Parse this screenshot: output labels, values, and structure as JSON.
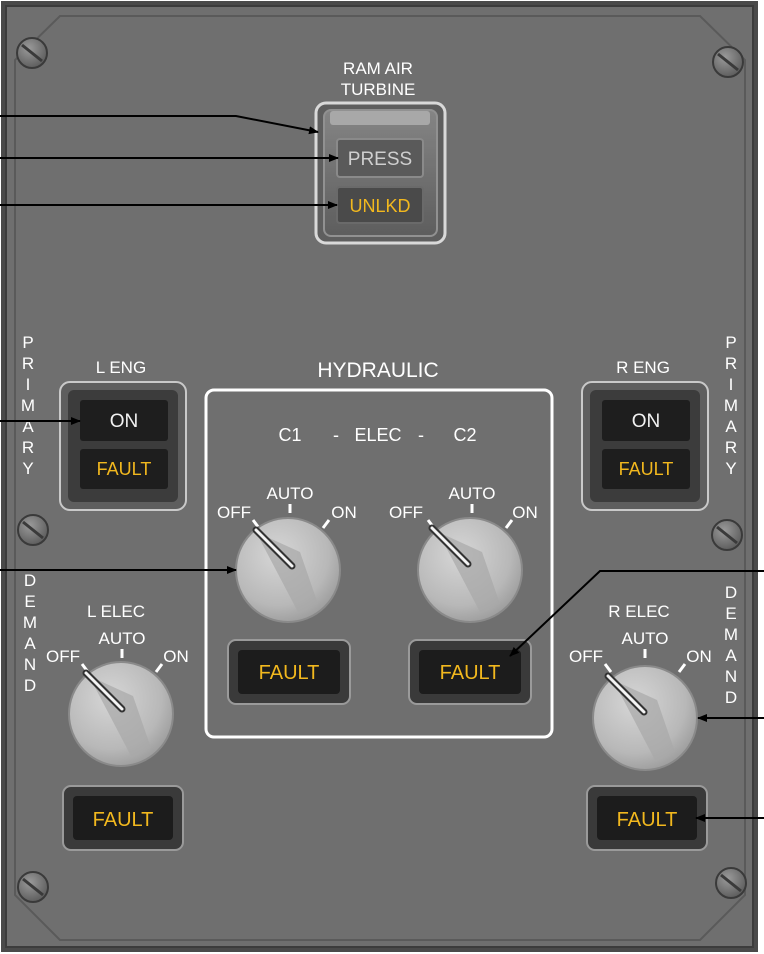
{
  "colors": {
    "panel": "#6e6e6e",
    "panel_border": "#474747",
    "legend_text": "#ffffff",
    "fault_amber": "#f2b81e",
    "switch_face": "#1e1e1e",
    "knob": "#bdbdbd",
    "callout_line": "#000000"
  },
  "ram_air_turbine": {
    "title_line1": "RAM AIR",
    "title_line2": "TURBINE",
    "press_label": "PRESS",
    "unlkd_label": "UNLKD"
  },
  "primary": {
    "vertical_label": "PRIMARY",
    "left": {
      "title": "L ENG",
      "on_label": "ON",
      "fault_label": "FAULT"
    },
    "right": {
      "title": "R ENG",
      "on_label": "ON",
      "fault_label": "FAULT"
    }
  },
  "hydraulic": {
    "title": "HYDRAULIC",
    "c1": "C1",
    "dash1": "-",
    "elec": "ELEC",
    "dash2": "-",
    "c2": "C2",
    "left_selector": {
      "off": "OFF",
      "auto": "AUTO",
      "on": "ON",
      "position": "OFF"
    },
    "right_selector": {
      "off": "OFF",
      "auto": "AUTO",
      "on": "ON",
      "position": "OFF"
    },
    "left_fault": "FAULT",
    "right_fault": "FAULT"
  },
  "demand": {
    "vertical_label": "DEMAND",
    "left": {
      "title": "L ELEC",
      "off": "OFF",
      "auto": "AUTO",
      "on": "ON",
      "position": "OFF",
      "fault_label": "FAULT"
    },
    "right": {
      "title": "R ELEC",
      "off": "OFF",
      "auto": "AUTO",
      "on": "ON",
      "position": "OFF",
      "fault_label": "FAULT"
    }
  }
}
